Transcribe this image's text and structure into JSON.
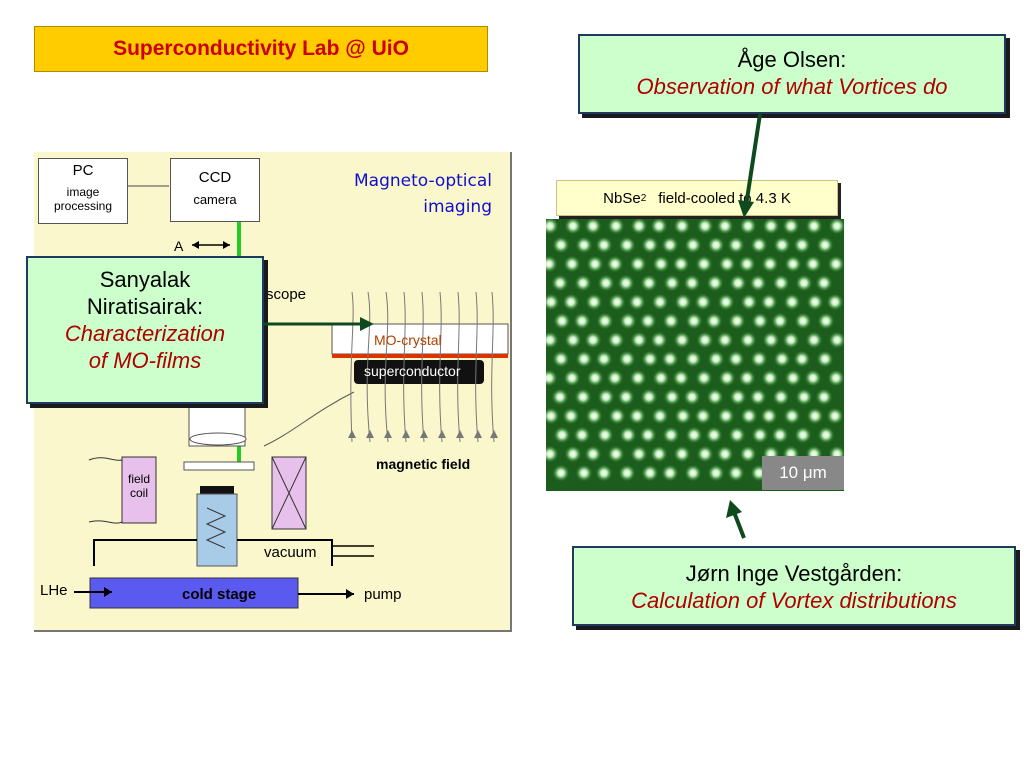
{
  "header": {
    "title": "Superconductivity Lab @ UiO"
  },
  "callouts": {
    "olsen": {
      "name": "Åge Olsen:",
      "role": "Observation of what Vortices do"
    },
    "niratisairak": {
      "name_line1": "Sanyalak",
      "name_line2": "Niratisairak:",
      "role_line1": "Characterization",
      "role_line2": "of MO-films"
    },
    "vestgarden": {
      "name": "Jørn Inge Vestgården:",
      "role": "Calculation of Vortex distributions"
    }
  },
  "diagram": {
    "title_line1": "Magneto-optical",
    "title_line2": "imaging",
    "pc_label": "PC",
    "pc_sub_line1": "image",
    "pc_sub_line2": "processing",
    "ccd_line1": "CCD",
    "ccd_line2": "camera",
    "analyzer_label": "A",
    "microscope_label": "scope",
    "mo_crystal_label": "MO-crystal",
    "superconductor_label": "superconductor",
    "magnetic_field_label": "magnetic field",
    "field_coil_line1": "field",
    "field_coil_line2": "coil",
    "vacuum_label": "vacuum",
    "cold_stage_label": "cold stage",
    "lhe_label": "LHe",
    "pump_label": "pump"
  },
  "image_panel": {
    "caption_prefix": "NbSe",
    "caption_sub": "2",
    "caption_suffix": "field-cooled to 4.3 K",
    "scale_label": "10 μm"
  },
  "colors": {
    "title_bg": "#ffcc00",
    "title_text": "#cc0000",
    "callout_bg": "#ccffcc",
    "role_text": "#b00000",
    "arrow": "#0f4a1e",
    "diagram_bg": "#fbf7cc",
    "laser": "#22cc22",
    "cold_stage": "#5a5af0",
    "field_coil": "#e8c0ec",
    "lattice_bg": "#1c5c1c"
  }
}
